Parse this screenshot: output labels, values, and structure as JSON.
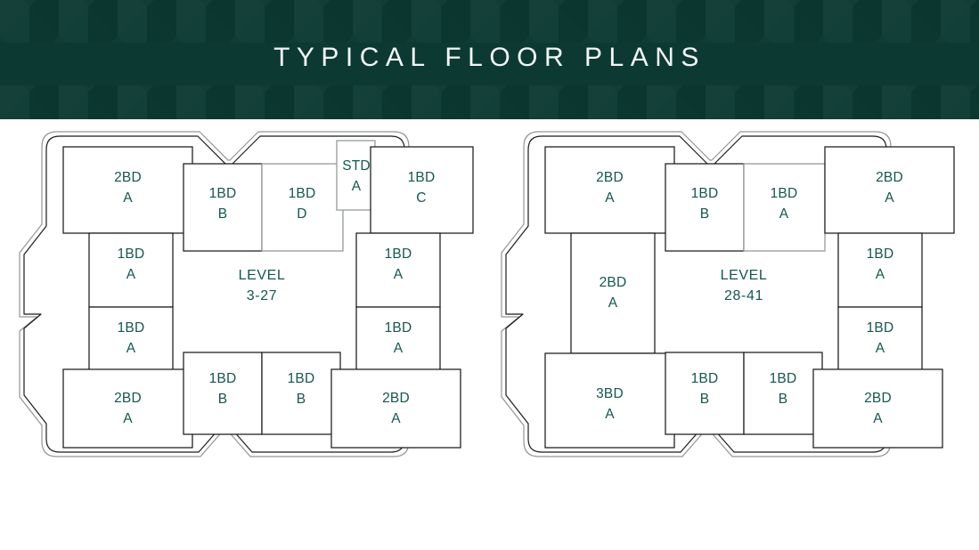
{
  "header": {
    "title": "TYPICAL FLOOR PLANS",
    "background_color": "#0c3a33",
    "text_color": "#f3f6f5"
  },
  "theme": {
    "label_color": "#14564f",
    "line_color": "#1b1b1b",
    "soft_line_color": "#8f9695",
    "page_background": "#ffffff"
  },
  "plans": [
    {
      "id": "plan-left",
      "level_line1": "LEVEL",
      "level_line2": "3-27",
      "units": [
        {
          "id": "l-top-left-2bd",
          "type": "2BD",
          "variant": "A",
          "position": "top-left"
        },
        {
          "id": "l-top-1bd-b",
          "type": "1BD",
          "variant": "B",
          "position": "top-center-left"
        },
        {
          "id": "l-top-1bd-d",
          "type": "1BD",
          "variant": "D",
          "position": "top-center-right"
        },
        {
          "id": "l-top-std-a",
          "type": "STD",
          "variant": "A",
          "position": "top-center-right-narrow"
        },
        {
          "id": "l-top-right-1bd-c",
          "type": "1BD",
          "variant": "C",
          "position": "top-right"
        },
        {
          "id": "l-left-upper-1bd-a",
          "type": "1BD",
          "variant": "A",
          "position": "left-upper"
        },
        {
          "id": "l-left-lower-1bd-a",
          "type": "1BD",
          "variant": "A",
          "position": "left-lower"
        },
        {
          "id": "l-right-upper-1bd-a",
          "type": "1BD",
          "variant": "A",
          "position": "right-upper"
        },
        {
          "id": "l-right-lower-1bd-a",
          "type": "1BD",
          "variant": "A",
          "position": "right-lower"
        },
        {
          "id": "l-bot-left-2bd",
          "type": "2BD",
          "variant": "A",
          "position": "bottom-left"
        },
        {
          "id": "l-bot-1bd-b-left",
          "type": "1BD",
          "variant": "B",
          "position": "bottom-center-left"
        },
        {
          "id": "l-bot-1bd-b-right",
          "type": "1BD",
          "variant": "B",
          "position": "bottom-center-right"
        },
        {
          "id": "l-bot-right-2bd",
          "type": "2BD",
          "variant": "A",
          "position": "bottom-right"
        }
      ]
    },
    {
      "id": "plan-right",
      "level_line1": "LEVEL",
      "level_line2": "28-41",
      "units": [
        {
          "id": "r-top-left-2bd",
          "type": "2BD",
          "variant": "A",
          "position": "top-left"
        },
        {
          "id": "r-top-1bd-b",
          "type": "1BD",
          "variant": "B",
          "position": "top-center-left"
        },
        {
          "id": "r-top-1bd-a",
          "type": "1BD",
          "variant": "A",
          "position": "top-center-right"
        },
        {
          "id": "r-top-right-2bd",
          "type": "2BD",
          "variant": "A",
          "position": "top-right"
        },
        {
          "id": "r-left-mid-2bd",
          "type": "2BD",
          "variant": "A",
          "position": "left-middle"
        },
        {
          "id": "r-right-upper-1bd-a",
          "type": "1BD",
          "variant": "A",
          "position": "right-upper"
        },
        {
          "id": "r-right-lower-1bd-a",
          "type": "1BD",
          "variant": "A",
          "position": "right-lower"
        },
        {
          "id": "r-bot-left-3bd",
          "type": "3BD",
          "variant": "A",
          "position": "bottom-left"
        },
        {
          "id": "r-bot-1bd-b-left",
          "type": "1BD",
          "variant": "B",
          "position": "bottom-center-left"
        },
        {
          "id": "r-bot-1bd-b-right",
          "type": "1BD",
          "variant": "B",
          "position": "bottom-center-right"
        },
        {
          "id": "r-bot-right-2bd",
          "type": "2BD",
          "variant": "A",
          "position": "bottom-right"
        }
      ]
    }
  ]
}
